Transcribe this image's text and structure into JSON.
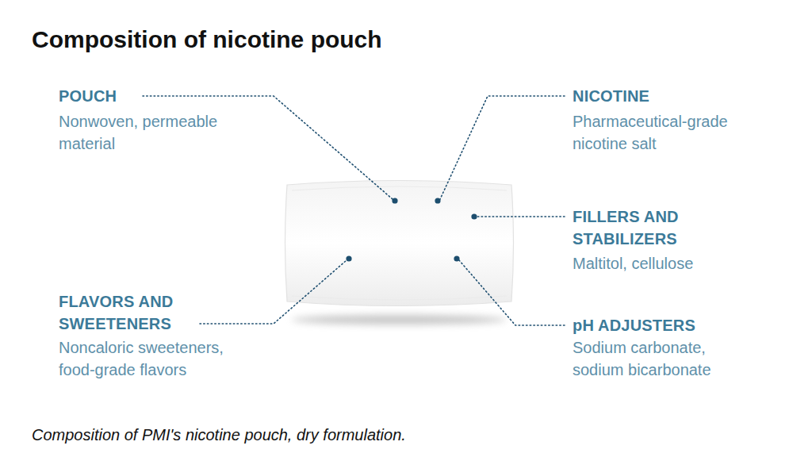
{
  "diagram": {
    "title": "Composition of nicotine pouch",
    "caption": "Composition of PMI's nicotine pouch, dry formulation.",
    "labels": [
      "POUCH",
      "Nonwoven, permeable material",
      "NICOTINE",
      "Pharmaceutical-grade nicotine salt",
      "FILLERS AND STABILIZERS",
      "Maltitol, cellulose",
      "FLAVORS AND SWEETENERS",
      "Noncaloric sweeteners, food-grade flavors",
      "pH ADJUSTERS",
      "Sodium carbonate, sodium bicarbonate"
    ]
  }
}
